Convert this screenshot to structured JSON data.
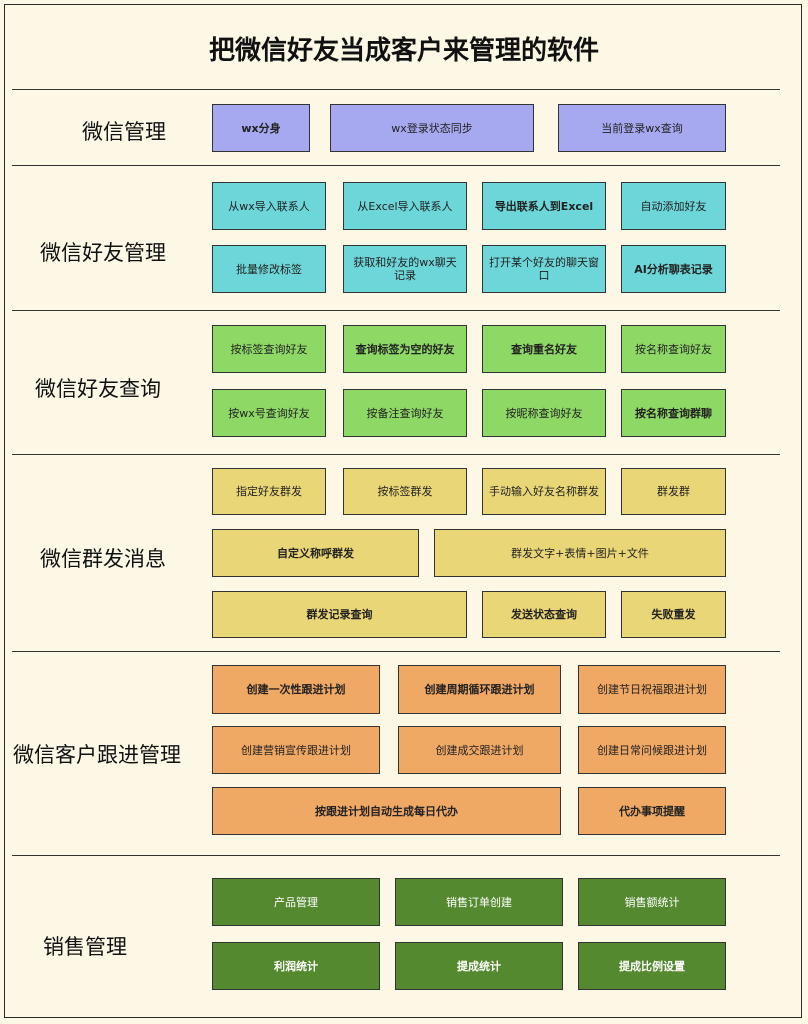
{
  "title": "把微信好友当成客户来管理的软件",
  "sections": [
    {
      "label": "微信管理",
      "items": [
        {
          "label": "wx分身",
          "bold": true
        },
        {
          "label": "wx登录状态同步",
          "bold": false
        },
        {
          "label": "当前登录wx查询",
          "bold": false
        }
      ]
    },
    {
      "label": "微信好友管理",
      "items": [
        {
          "label": "从wx导入联系人",
          "bold": false
        },
        {
          "label": "从Excel导入联系人",
          "bold": false
        },
        {
          "label": "导出联系人到Excel",
          "bold": true
        },
        {
          "label": "自动添加好友",
          "bold": false
        },
        {
          "label": "批量修改标签",
          "bold": false
        },
        {
          "label": "获取和好友的wx聊天记录",
          "bold": false
        },
        {
          "label": "打开某个好友的聊天窗口",
          "bold": false
        },
        {
          "label": "AI分析聊表记录",
          "bold": true
        }
      ]
    },
    {
      "label": "微信好友查询",
      "items": [
        {
          "label": "按标签查询好友",
          "bold": false
        },
        {
          "label": "查询标签为空的好友",
          "bold": true
        },
        {
          "label": "查询重名好友",
          "bold": true
        },
        {
          "label": "按名称查询好友",
          "bold": false
        },
        {
          "label": "按wx号查询好友",
          "bold": false
        },
        {
          "label": "按备注查询好友",
          "bold": false
        },
        {
          "label": "按昵称查询好友",
          "bold": false
        },
        {
          "label": "按名称查询群聊",
          "bold": true
        }
      ]
    },
    {
      "label": "微信群发消息",
      "items": [
        {
          "label": "指定好友群发",
          "bold": false
        },
        {
          "label": "按标签群发",
          "bold": false
        },
        {
          "label": "手动输入好友名称群发",
          "bold": false
        },
        {
          "label": "群发群",
          "bold": false
        },
        {
          "label": "自定义称呼群发",
          "bold": true
        },
        {
          "label": "群发文字+表情+图片+文件",
          "bold": false
        },
        {
          "label": "群发记录查询",
          "bold": true
        },
        {
          "label": "发送状态查询",
          "bold": true
        },
        {
          "label": "失败重发",
          "bold": true
        }
      ]
    },
    {
      "label": "微信客户跟进管理",
      "items": [
        {
          "label": "创建一次性跟进计划",
          "bold": true
        },
        {
          "label": "创建周期循环跟进计划",
          "bold": true
        },
        {
          "label": "创建节日祝福跟进计划",
          "bold": false
        },
        {
          "label": "创建营销宣传跟进计划",
          "bold": false
        },
        {
          "label": "创建成交跟进计划",
          "bold": false
        },
        {
          "label": "创建日常问候跟进计划",
          "bold": false
        },
        {
          "label": "按跟进计划自动生成每日代办",
          "bold": true
        },
        {
          "label": "代办事项提醒",
          "bold": true
        }
      ]
    },
    {
      "label": "销售管理",
      "items": [
        {
          "label": "产品管理",
          "bold": false
        },
        {
          "label": "销售订单创建",
          "bold": false
        },
        {
          "label": "销售额统计",
          "bold": false
        },
        {
          "label": "利润统计",
          "bold": true
        },
        {
          "label": "提成统计",
          "bold": true
        },
        {
          "label": "提成比例设置",
          "bold": true
        }
      ]
    }
  ]
}
